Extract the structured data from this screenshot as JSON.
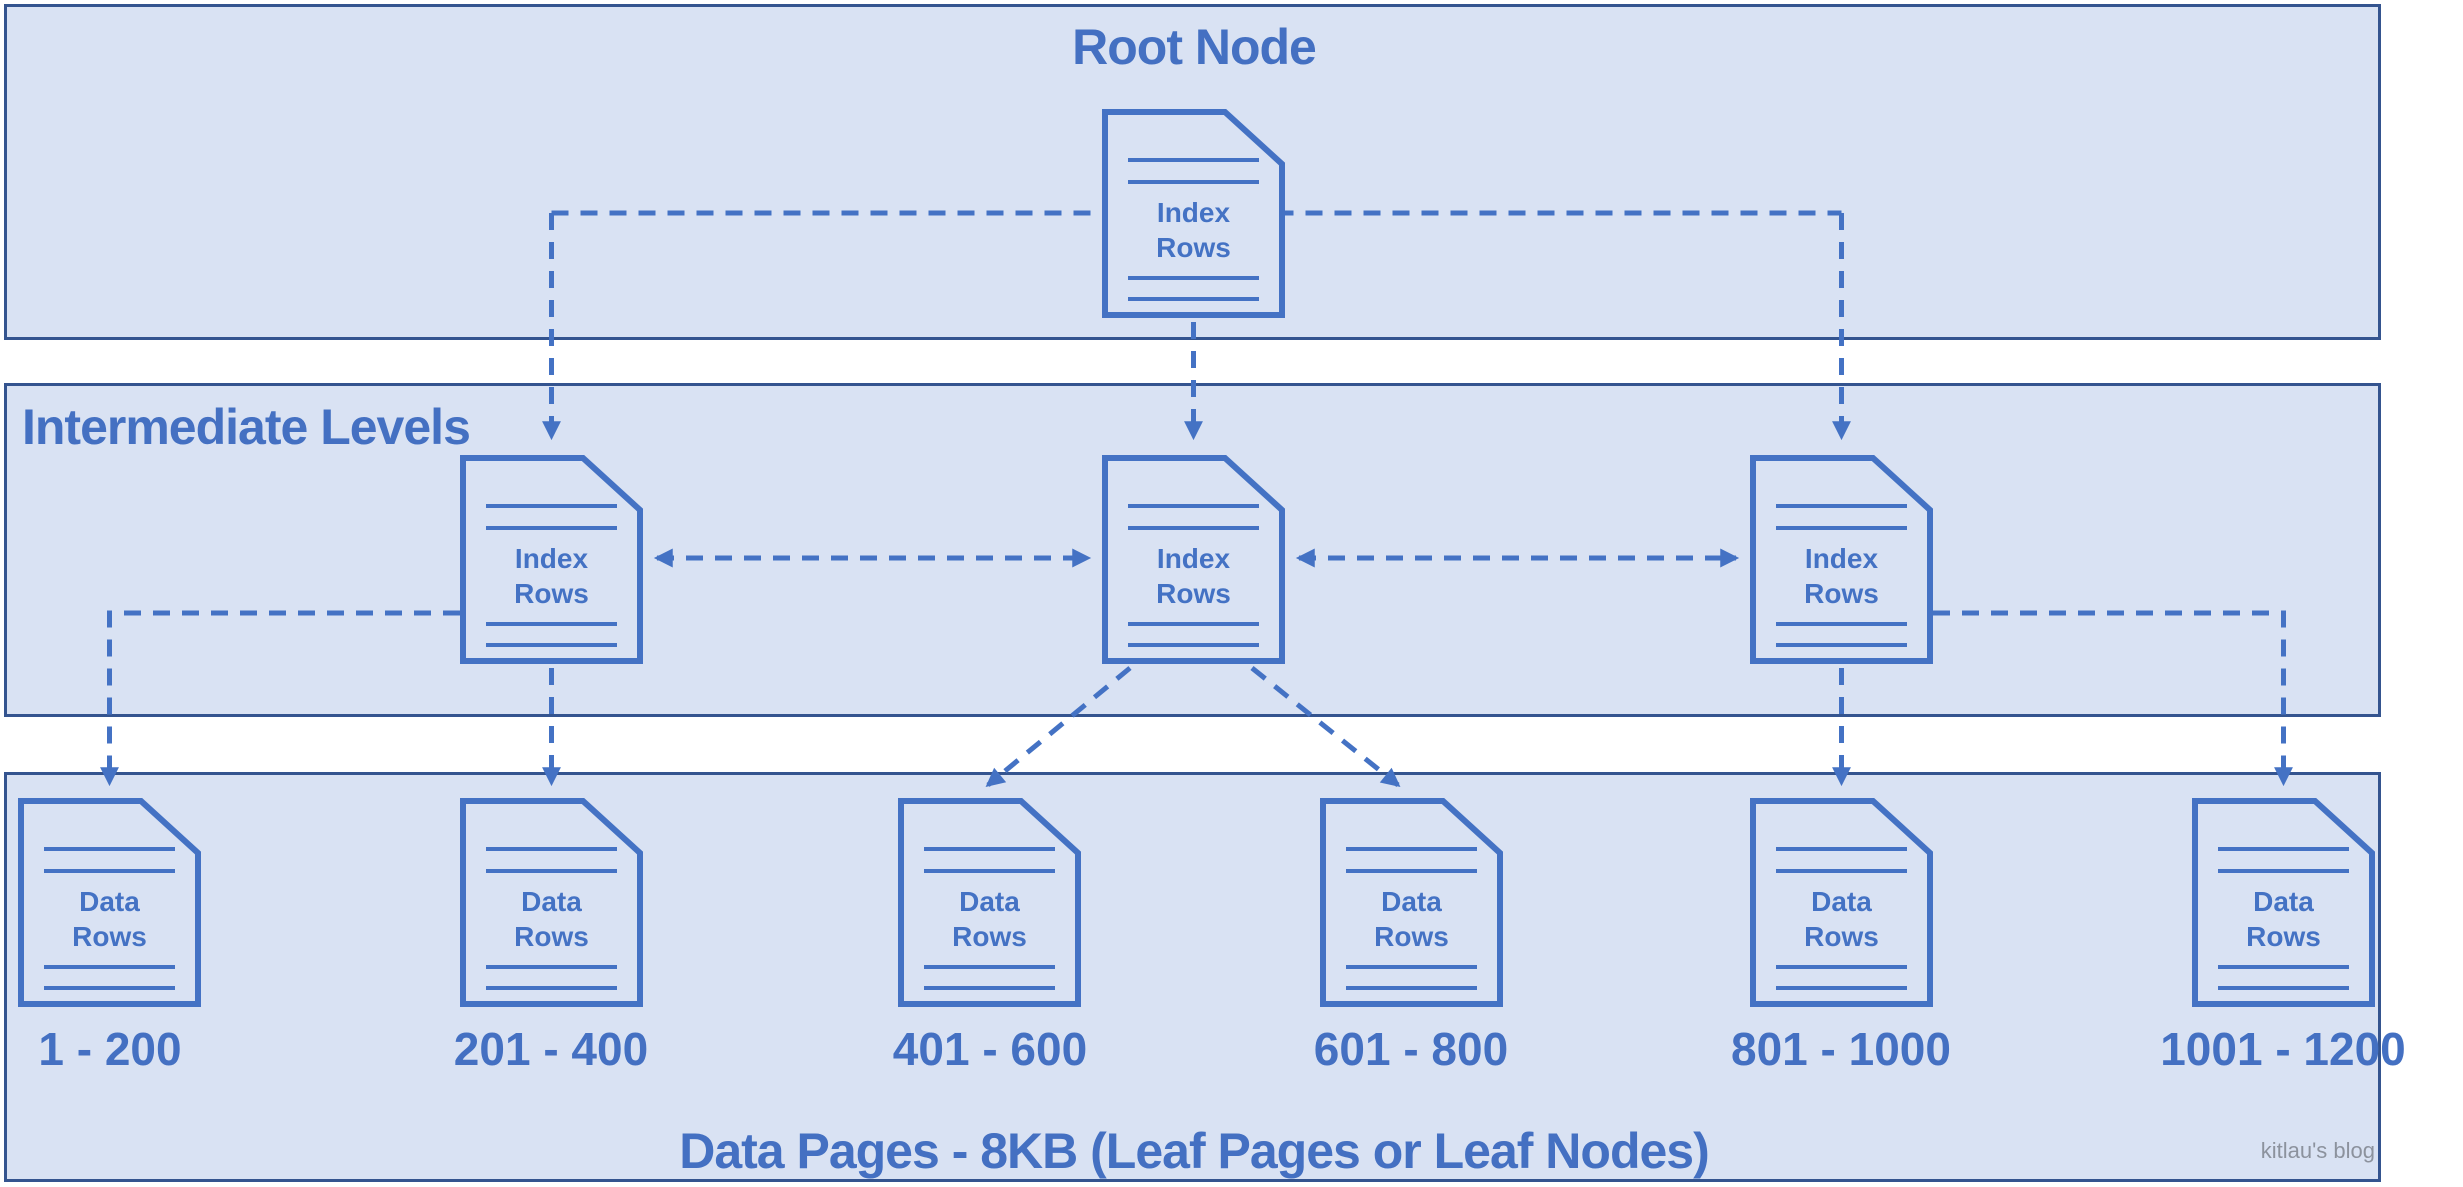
{
  "diagram": {
    "root_band": {
      "title": "Root Node"
    },
    "intermediate_band": {
      "title": "Intermediate Levels"
    },
    "leaf_band": {
      "title": "Data Pages - 8KB (Leaf Pages or Leaf Nodes)"
    },
    "node_labels": {
      "index": {
        "line1": "Index",
        "line2": "Rows"
      },
      "data": {
        "line1": "Data",
        "line2": "Rows"
      }
    },
    "leaves": [
      {
        "range": "1 - 200"
      },
      {
        "range": "201 - 400"
      },
      {
        "range": "401 - 600"
      },
      {
        "range": "601 - 800"
      },
      {
        "range": "801 - 1000"
      },
      {
        "range": "1001 - 1200"
      }
    ],
    "watermark": "kitlau's blog",
    "icons": {
      "document": "document-page-icon-with-folded-corner"
    },
    "colors": {
      "accent": "#4472C4",
      "band_fill": "#D9E2F3",
      "band_border": "#34548F",
      "heading": "#4470C2",
      "watermark": "#8C929D",
      "background": "#FFFFFF"
    }
  }
}
